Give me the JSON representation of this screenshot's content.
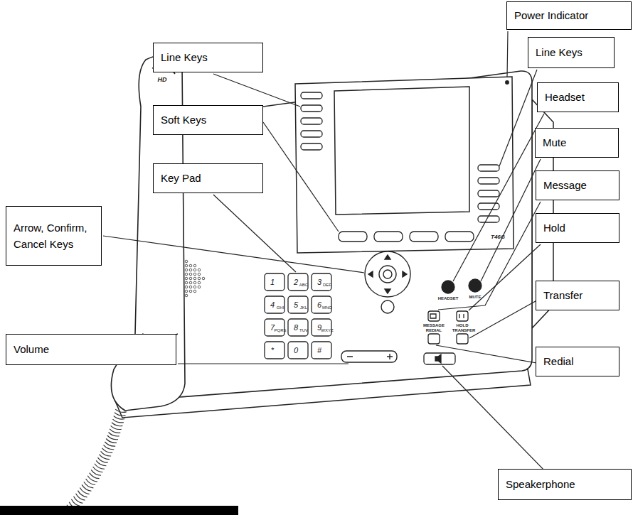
{
  "diagram": {
    "nodes": [
      {
        "text": [
          "Power Indicator"
        ]
      },
      {
        "text": [
          "Line Keys"
        ]
      },
      {
        "text": [
          "Line Keys"
        ]
      },
      {
        "text": [
          "Headset"
        ]
      },
      {
        "text": [
          "Soft Keys"
        ]
      },
      {
        "text": [
          "Mute"
        ]
      },
      {
        "text": [
          "Key Pad"
        ]
      },
      {
        "text": [
          "Message"
        ]
      },
      {
        "text": [
          "Arrow, Confirm, Cancel Keys"
        ]
      },
      {
        "text": [
          "Hold"
        ]
      },
      {
        "text": [
          "Transfer"
        ]
      },
      {
        "text": [
          "Volume"
        ]
      },
      {
        "text": [
          "Redial"
        ]
      },
      {
        "text": [
          "Speakerphone"
        ]
      }
    ],
    "labels": [
      "HD",
      "T46G",
      "1",
      "2",
      "ABC",
      "3",
      "DEF",
      "4",
      "GHI",
      "5",
      "JKL",
      "6",
      "MNO",
      "7",
      "PQRS",
      "8",
      "TUV",
      "9",
      "WXYZ",
      "*",
      "0",
      "#",
      "HEADSET",
      "MUTE",
      "MESSAGE",
      "HOLD",
      "REDIAL",
      "TRANSFER"
    ]
  }
}
